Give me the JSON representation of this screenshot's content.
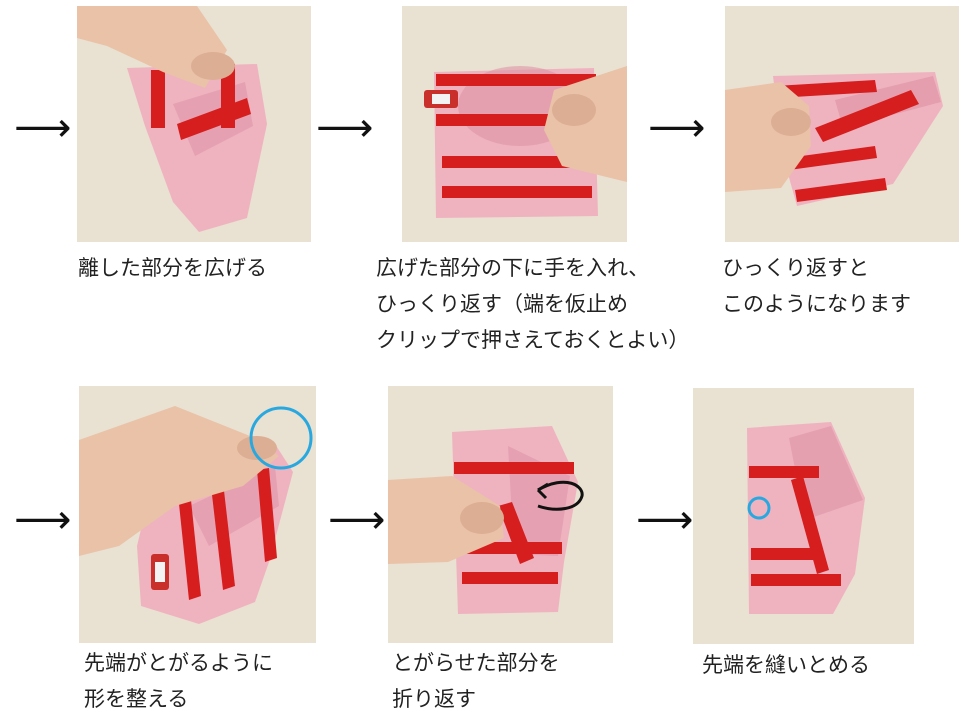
{
  "colors": {
    "background": "#ffffff",
    "table": "#e9e1d1",
    "fabric": "#efb3c0",
    "fabric_shade": "#dc8fa2",
    "ribbon": "#d61e1e",
    "skin": "#e9c2a8",
    "highlight_circle": "#29a8e0",
    "arrow": "#111111"
  },
  "arrow_symbol": "⟶",
  "steps": [
    {
      "photo_icon": "fabric-photo",
      "caption_lines": [
        "離した部分を広げる"
      ]
    },
    {
      "photo_icon": "fabric-photo-with-clip",
      "caption_lines": [
        "広げた部分の下に手を入れ、",
        "ひっくり返す（端を仮止め",
        "クリップで押さえておくとよい）"
      ]
    },
    {
      "photo_icon": "fabric-photo",
      "caption_lines": [
        "ひっくり返すと",
        "このようになります"
      ]
    },
    {
      "photo_icon": "fabric-photo-with-circle",
      "caption_lines": [
        "先端がとがるように",
        "形を整える"
      ]
    },
    {
      "photo_icon": "fabric-photo-with-curved-arrow",
      "caption_lines": [
        "とがらせた部分を",
        "折り返す"
      ]
    },
    {
      "photo_icon": "fabric-photo-with-circle",
      "caption_lines": [
        "先端を縫いとめる"
      ]
    }
  ]
}
